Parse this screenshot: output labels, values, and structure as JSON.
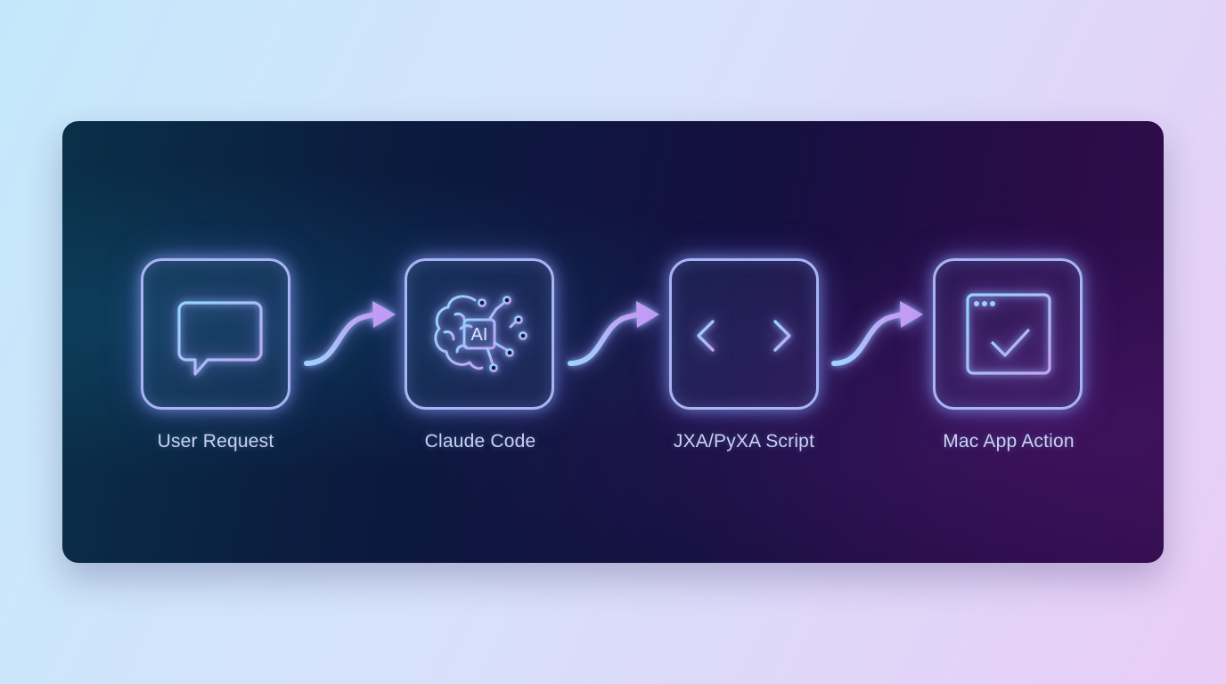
{
  "steps": [
    {
      "label": "User Request",
      "icon": "chat-bubble-icon"
    },
    {
      "label": "Claude Code",
      "icon": "ai-brain-icon",
      "badge": "AI"
    },
    {
      "label": "JXA/PyXA Script",
      "icon": "code-brackets-icon"
    },
    {
      "label": "Mac App Action",
      "icon": "app-window-check-icon"
    }
  ],
  "colors": {
    "glow_cyan": "#8fd3ff",
    "glow_violet": "#c59cf5",
    "panel_dark": "#0b1a3e",
    "label_text": "#c9d3f0"
  }
}
